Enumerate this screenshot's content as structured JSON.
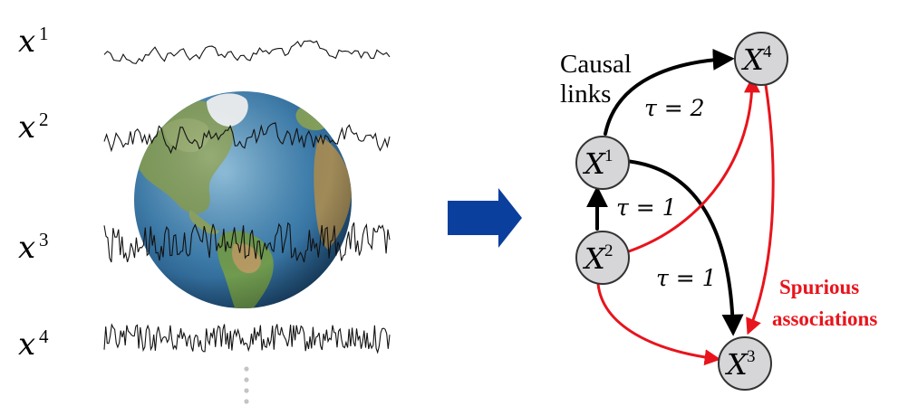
{
  "left_panel": {
    "series": [
      {
        "var": "x",
        "sup": "1"
      },
      {
        "var": "x",
        "sup": "2"
      },
      {
        "var": "x",
        "sup": "3"
      },
      {
        "var": "x",
        "sup": "4"
      }
    ]
  },
  "graph": {
    "nodes": [
      {
        "id": "X1",
        "var": "X",
        "sup": "1"
      },
      {
        "id": "X2",
        "var": "X",
        "sup": "2"
      },
      {
        "id": "X3",
        "var": "X",
        "sup": "3"
      },
      {
        "id": "X4",
        "var": "X",
        "sup": "4"
      }
    ],
    "causal_label_line1": "Causal",
    "causal_label_line2": "links",
    "spurious_label_line1": "Spurious",
    "spurious_label_line2": "associations",
    "lag_labels": [
      "τ = 2",
      "τ = 1",
      "τ = 1"
    ]
  },
  "colors": {
    "causal": "#000000",
    "spurious": "#e8141c",
    "arrow_block": "#0a3f9e",
    "node_fill": "#d6d6d9"
  }
}
